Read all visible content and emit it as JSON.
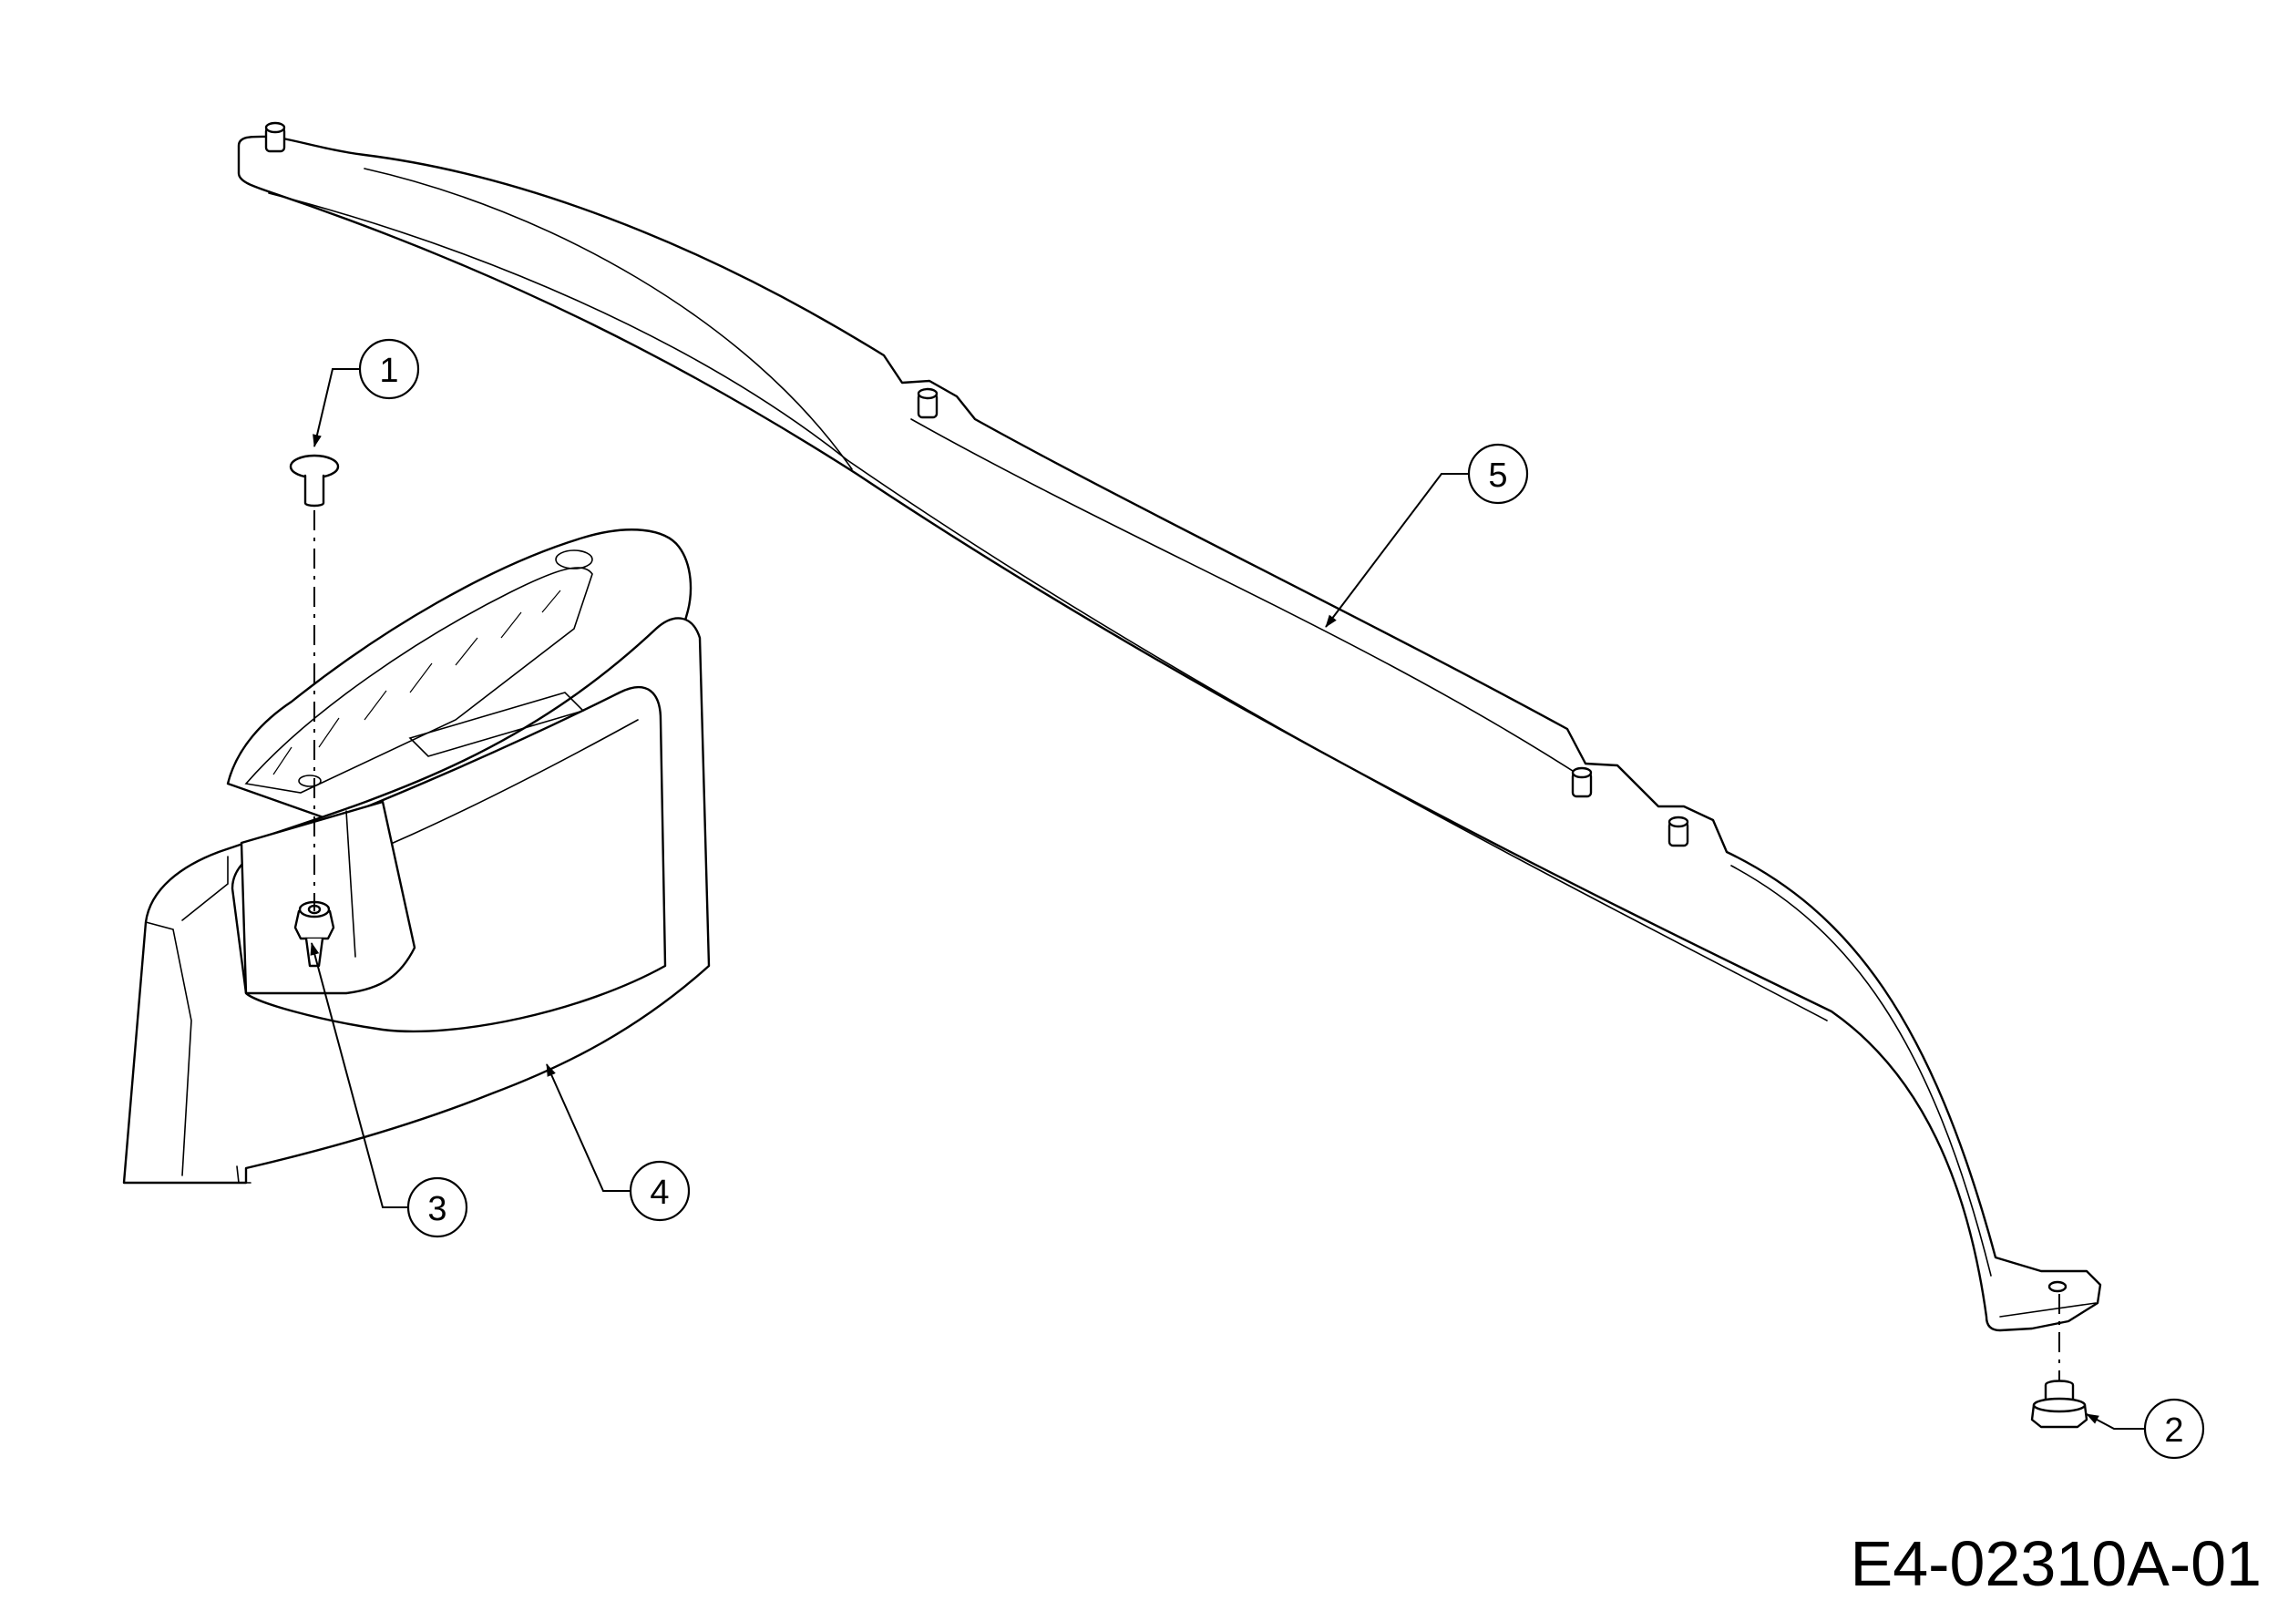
{
  "drawing_code": "E4-02310A-01",
  "callouts": [
    {
      "number": "1",
      "part": "push rivet"
    },
    {
      "number": "2",
      "part": "screw"
    },
    {
      "number": "3",
      "part": "clip nut"
    },
    {
      "number": "4",
      "part": "side cover"
    },
    {
      "number": "5",
      "part": "trim strip"
    }
  ],
  "colors": {
    "line": "#000000",
    "background": "#ffffff"
  }
}
